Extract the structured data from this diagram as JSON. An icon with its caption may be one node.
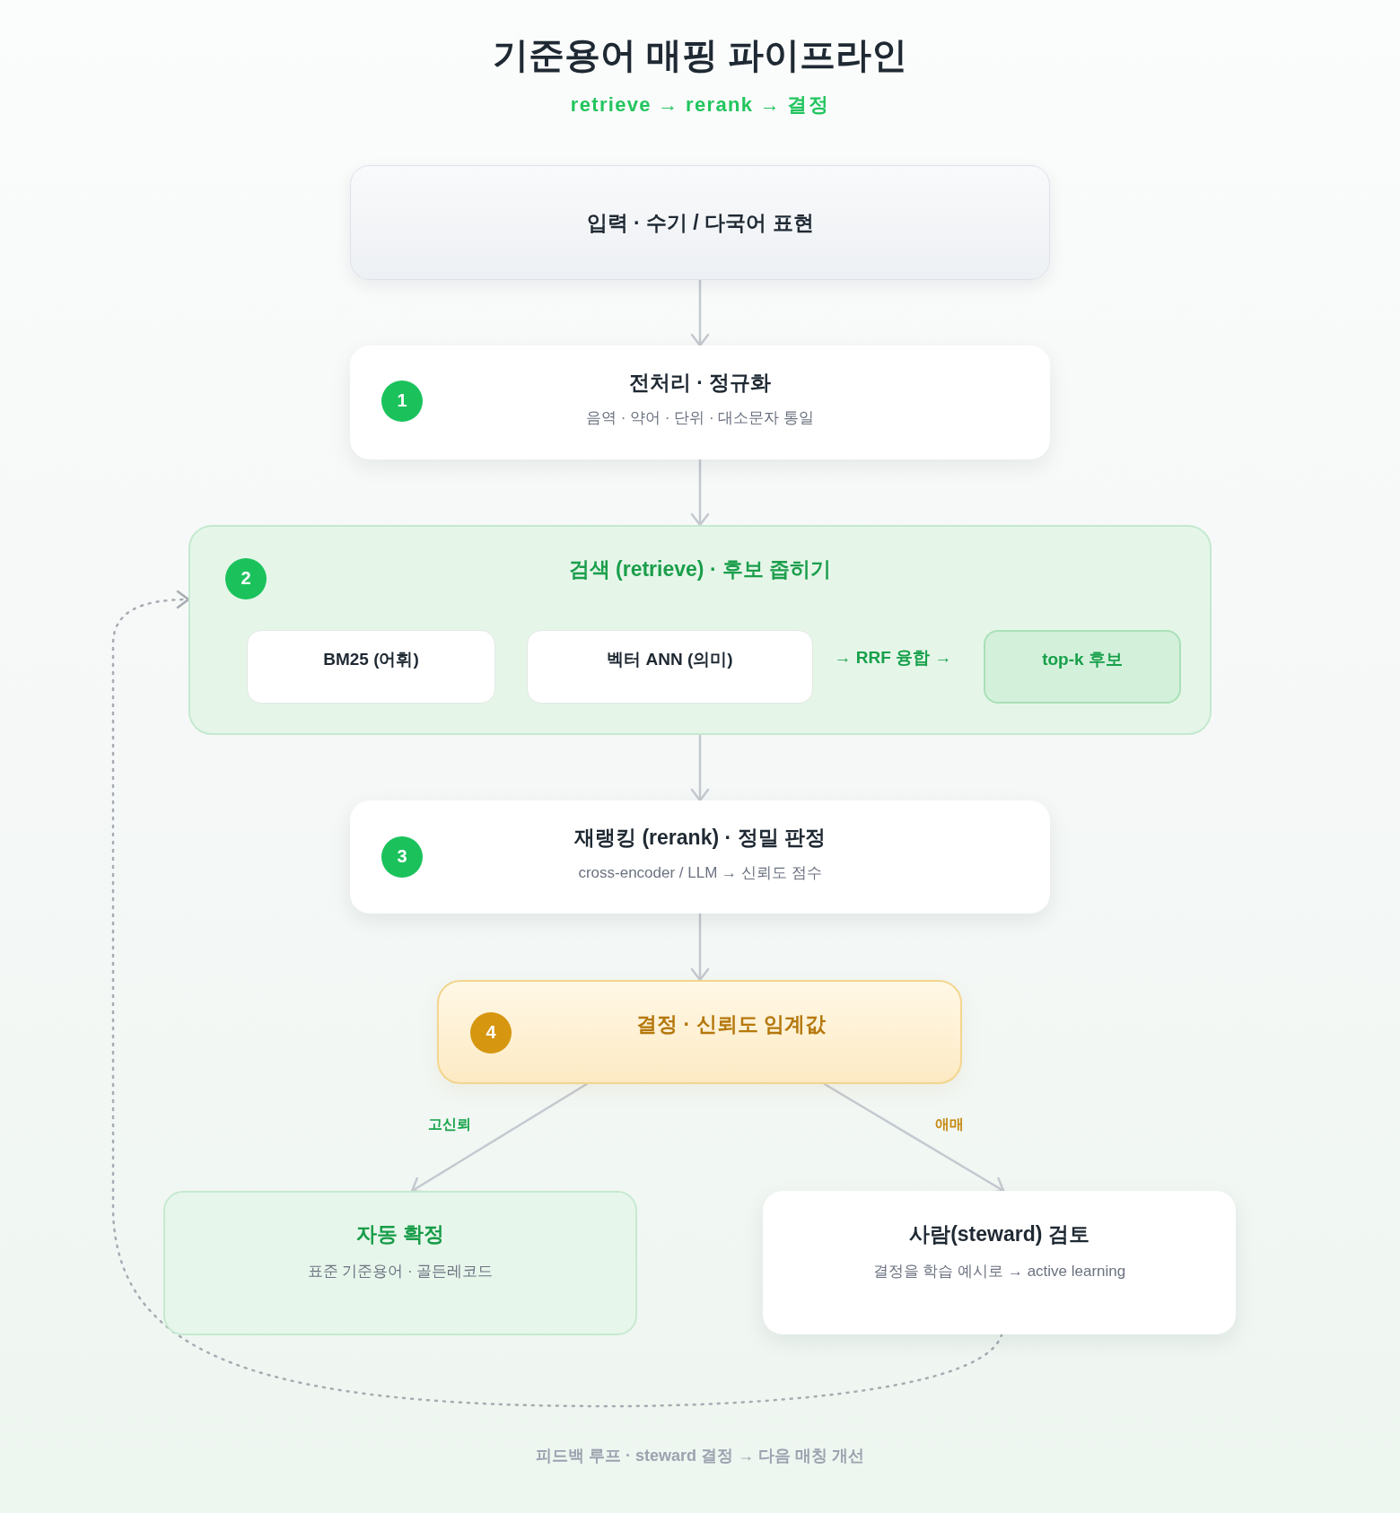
{
  "diagram": {
    "title": "기준용어 매핑 파이프라인",
    "caption": "피드백 루프 · steward 결정 → 다음 매칭 개선",
    "nodes": [
      {
        "text": [
          "입력 · 수기 / 다국어 표현"
        ]
      },
      {
        "text": [
          "전처리 · 정규화",
          "음역 · 약어 · 단위 · 대소문자 통일"
        ]
      },
      {
        "text": [
          "1"
        ],
        "in": 1
      },
      {
        "text": [
          "검색 (retrieve) · 후보 좁히기"
        ]
      },
      {
        "text": [
          "2"
        ],
        "in": 3
      },
      {
        "text": [
          "BM25 (어휘)"
        ],
        "in": 3
      },
      {
        "text": [
          "벡터 ANN (의미)"
        ],
        "in": 3
      },
      {
        "text": [
          "top-k 후보"
        ],
        "in": 3
      },
      {
        "text": [
          "재랭킹 (rerank) · 정밀 판정",
          "cross-encoder / LLM → 신뢰도 점수"
        ]
      },
      {
        "text": [
          "3"
        ],
        "in": 8
      },
      {
        "text": [
          "결정 · 신뢰도 임계값"
        ]
      },
      {
        "text": [
          "4"
        ],
        "in": 10
      },
      {
        "text": [
          "자동 확정",
          "표준 기준용어 · 골든레코드"
        ]
      },
      {
        "text": [
          "사람(steward) 검토",
          "결정을 학습 예시로 → active learning"
        ]
      }
    ],
    "edges": [
      {
        "from": 0,
        "to": 1,
        "arrow": "to"
      },
      {
        "from": 1,
        "to": 3,
        "arrow": "to"
      },
      {
        "from": 3,
        "to": 8,
        "arrow": "to"
      },
      {
        "from": 8,
        "to": 10,
        "arrow": "to"
      },
      {
        "from": 10,
        "to": 12,
        "arrow": "to",
        "label": "고신뢰"
      },
      {
        "from": 10,
        "to": 13,
        "arrow": "to",
        "label": "애매"
      },
      {
        "from": 13,
        "to": 3,
        "arrow": "to",
        "style": "dashed",
        "color": "#a6acb2"
      }
    ],
    "labels": [
      "retrieve → rerank → 결정",
      "→ RRF 융합 →"
    ]
  }
}
